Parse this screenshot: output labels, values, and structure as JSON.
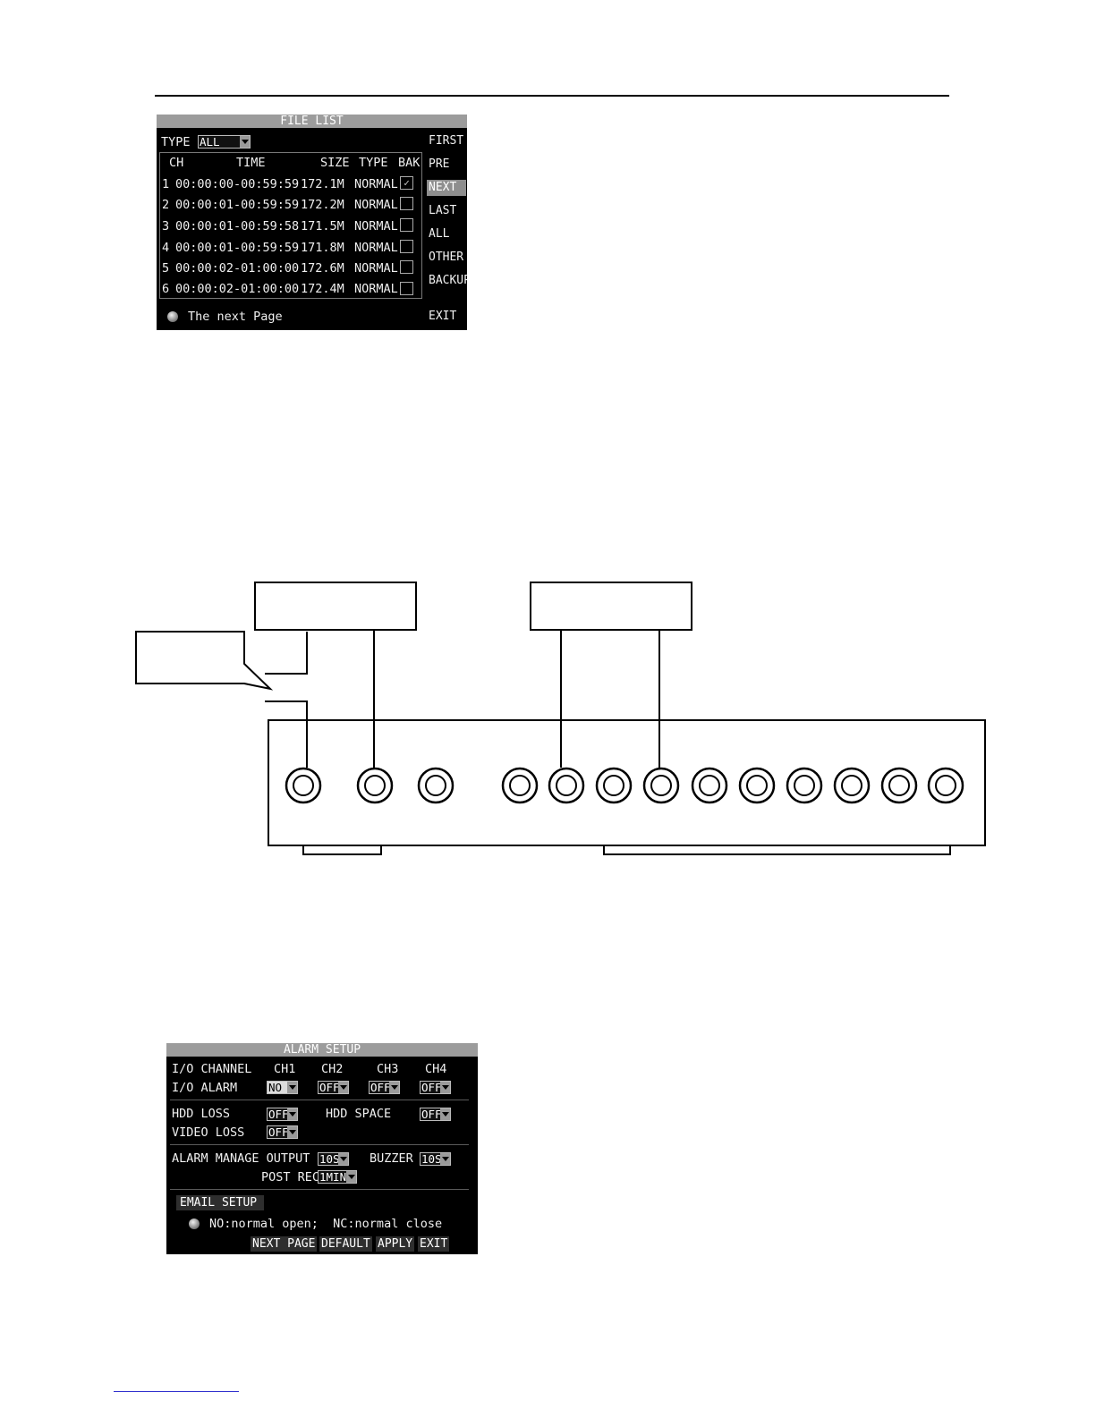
{
  "file_list": {
    "title": "FILE LIST",
    "type_label": "TYPE",
    "type_value": "ALL",
    "columns": [
      "CH",
      "TIME",
      "SIZE",
      "TYPE",
      "BAK"
    ],
    "rows": [
      {
        "ch": "1",
        "time": "00:00:00-00:59:59",
        "size": "172.1M",
        "type": "NORMAL",
        "bak": "✓"
      },
      {
        "ch": "2",
        "time": "00:00:01-00:59:59",
        "size": "172.2M",
        "type": "NORMAL",
        "bak": ""
      },
      {
        "ch": "3",
        "time": "00:00:01-00:59:58",
        "size": "171.5M",
        "type": "NORMAL",
        "bak": ""
      },
      {
        "ch": "4",
        "time": "00:00:01-00:59:59",
        "size": "171.8M",
        "type": "NORMAL",
        "bak": ""
      },
      {
        "ch": "5",
        "time": "00:00:02-01:00:00",
        "size": "172.6M",
        "type": "NORMAL",
        "bak": ""
      },
      {
        "ch": "6",
        "time": "00:00:02-01:00:00",
        "size": "172.4M",
        "type": "NORMAL",
        "bak": ""
      }
    ],
    "buttons": [
      "FIRST",
      "PRE",
      "NEXT",
      "LAST",
      "ALL",
      "OTHER",
      "BACKUP",
      "EXIT"
    ],
    "active_button": "NEXT",
    "hint": "The next Page"
  },
  "alarm_setup": {
    "title": "ALARM SETUP",
    "io_channel_label": "I/O CHANNEL",
    "channels": [
      "CH1",
      "CH2",
      "CH3",
      "CH4"
    ],
    "io_alarm_label": "I/O ALARM",
    "io_alarm_values": [
      "NO",
      "OFF",
      "OFF",
      "OFF"
    ],
    "hdd_loss_label": "HDD LOSS",
    "hdd_loss_value": "OFF",
    "hdd_space_label": "HDD SPACE",
    "hdd_space_value": "OFF",
    "video_loss_label": "VIDEO LOSS",
    "video_loss_value": "OFF",
    "alarm_manage_output_label": "ALARM MANAGE OUTPUT",
    "alarm_manage_output_value": "10S",
    "buzzer_label": "BUZZER",
    "buzzer_value": "10S",
    "post_rec_label": "POST REC",
    "post_rec_value": "1MIN",
    "email_setup_label": "EMAIL SETUP",
    "hint": "NO:normal open;  NC:normal close",
    "buttons": [
      "NEXT PAGE",
      "DEFAULT",
      "APPLY",
      "EXIT"
    ]
  }
}
